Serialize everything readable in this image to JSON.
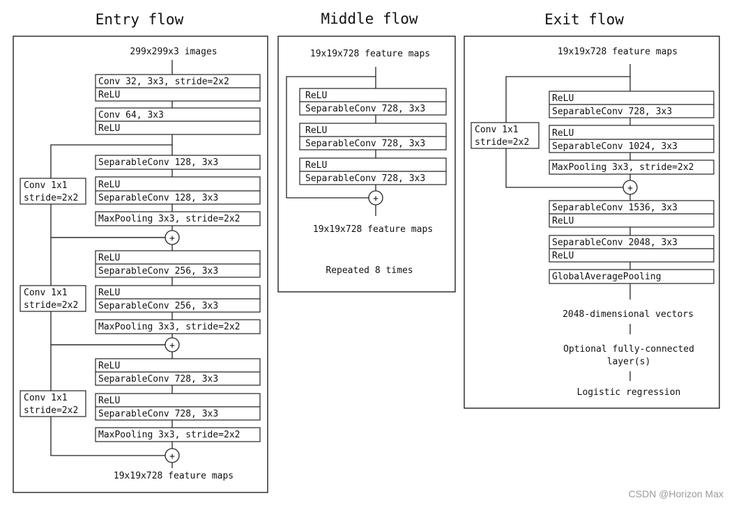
{
  "entry": {
    "title": "Entry flow",
    "input": "299x299x3 images",
    "output": "19x19x728 feature maps",
    "shortcut_line1": "Conv 1x1",
    "shortcut_line2": "stride=2x2",
    "conv1": "Conv 32, 3x3, stride=2x2",
    "relu": "ReLU",
    "conv2": "Conv 64, 3x3",
    "sep128": "SeparableConv 128, 3x3",
    "sep256": "SeparableConv 256, 3x3",
    "sep728": "SeparableConv 728, 3x3",
    "maxpool": "MaxPooling 3x3, stride=2x2"
  },
  "middle": {
    "title": "Middle flow",
    "input": "19x19x728 feature maps",
    "output": "19x19x728 feature maps",
    "relu": "ReLU",
    "sep728": "SeparableConv 728, 3x3",
    "repeat_note": "Repeated 8 times"
  },
  "exit": {
    "title": "Exit flow",
    "input": "19x19x728 feature maps",
    "relu": "ReLU",
    "sep728": "SeparableConv 728, 3x3",
    "sep1024": "SeparableConv 1024, 3x3",
    "maxpool": "MaxPooling 3x3, stride=2x2",
    "shortcut_line1": "Conv 1x1",
    "shortcut_line2": "stride=2x2",
    "sep1536": "SeparableConv 1536, 3x3",
    "sep2048": "SeparableConv 2048, 3x3",
    "gap": "GlobalAveragePooling",
    "vectors": "2048-dimensional vectors",
    "fc_line1": "Optional fully-connected",
    "fc_line2": "layer(s)",
    "logistic": "Logistic regression"
  },
  "add_symbol": "+",
  "watermark": "CSDN @Horizon Max"
}
